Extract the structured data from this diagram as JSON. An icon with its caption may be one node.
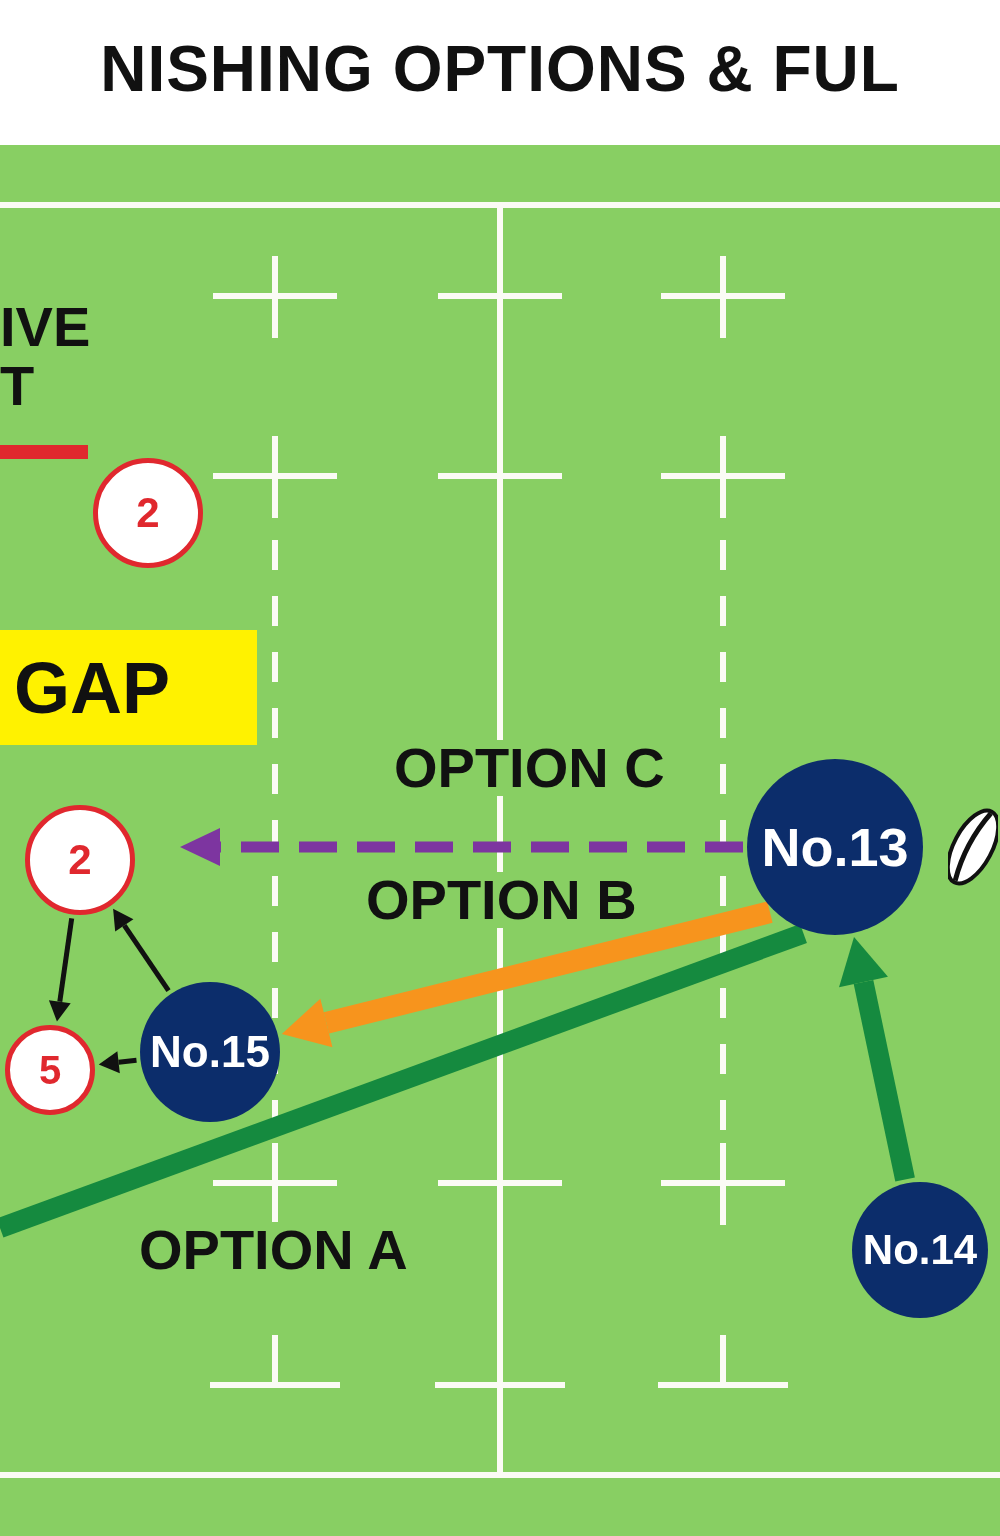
{
  "diagram": {
    "title": "NISHING OPTIONS & FUL",
    "nodes": [
      {
        "text": [
          "2"
        ]
      },
      {
        "text": [
          "GAP"
        ]
      },
      {
        "text": [
          "2"
        ]
      },
      {
        "text": [
          "No.13"
        ]
      },
      {
        "text": [
          "5"
        ]
      },
      {
        "text": [
          "No.15"
        ]
      },
      {
        "text": [
          "No.14"
        ]
      }
    ],
    "edges": [
      {
        "from": 3,
        "to": null,
        "arrow": "to",
        "label": "OPTION C",
        "style": "dashed",
        "color": "#7d35a0"
      },
      {
        "from": 3,
        "to": 5,
        "arrow": "to",
        "label": "OPTION B",
        "style": "thick",
        "color": "#f7941d"
      },
      {
        "from": 3,
        "to": null,
        "arrow": "none",
        "label": "OPTION A",
        "style": "thick",
        "color": "#158a3f"
      },
      {
        "from": 6,
        "to": 3,
        "arrow": "to",
        "style": "thick",
        "color": "#158a3f"
      },
      {
        "from": 5,
        "to": 2,
        "arrow": "to"
      },
      {
        "from": 2,
        "to": 4,
        "arrow": "to"
      },
      {
        "from": 5,
        "to": 4,
        "arrow": "to"
      }
    ],
    "labels": [
      "IVE T"
    ]
  }
}
